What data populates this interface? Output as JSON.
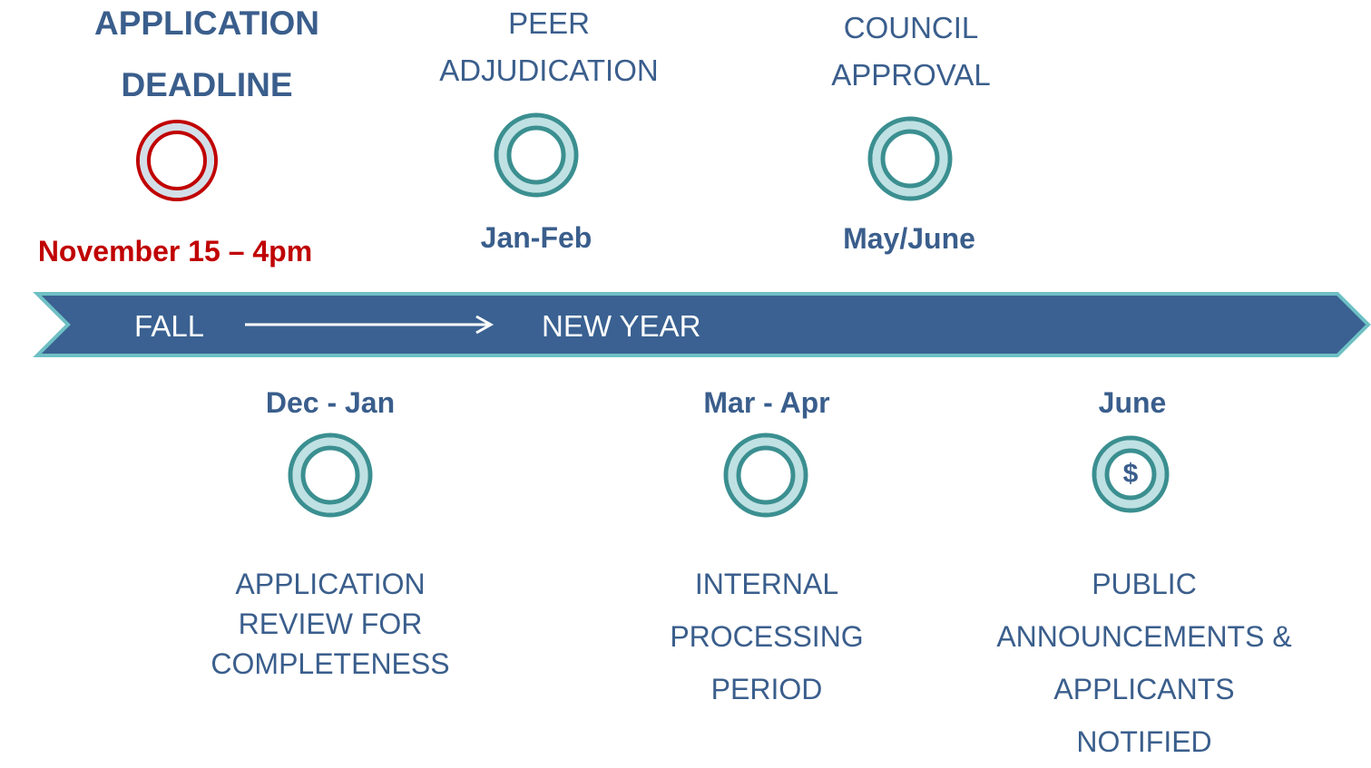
{
  "top": [
    {
      "title": [
        "APPLICATION",
        "DEADLINE"
      ],
      "date": "November 15 – 4pm",
      "highlight": true
    },
    {
      "title": [
        "PEER",
        "ADJUDICATION"
      ],
      "date": "Jan-Feb"
    },
    {
      "title": [
        "COUNCIL",
        "APPROVAL"
      ],
      "date": "May/June"
    }
  ],
  "band": {
    "left_label": "FALL",
    "right_label": "NEW YEAR"
  },
  "bottom": [
    {
      "date": "Dec - Jan",
      "desc": [
        "APPLICATION",
        "REVIEW FOR",
        "COMPLETENESS"
      ]
    },
    {
      "date": "Mar - Apr",
      "desc": [
        "INTERNAL",
        "PROCESSING",
        "PERIOD"
      ]
    },
    {
      "date": "June",
      "desc": [
        "PUBLIC",
        "ANNOUNCEMENTS &",
        "APPLICANTS",
        "NOTIFIED"
      ],
      "icon": "$"
    }
  ],
  "colors": {
    "band": "#3a6191",
    "band_border": "#6ec0c4",
    "text_blue": "#3a5e8c",
    "deadline_red": "#c00000",
    "ring_teal": "#3b8f90",
    "ring_light": "#bfe1e3"
  }
}
